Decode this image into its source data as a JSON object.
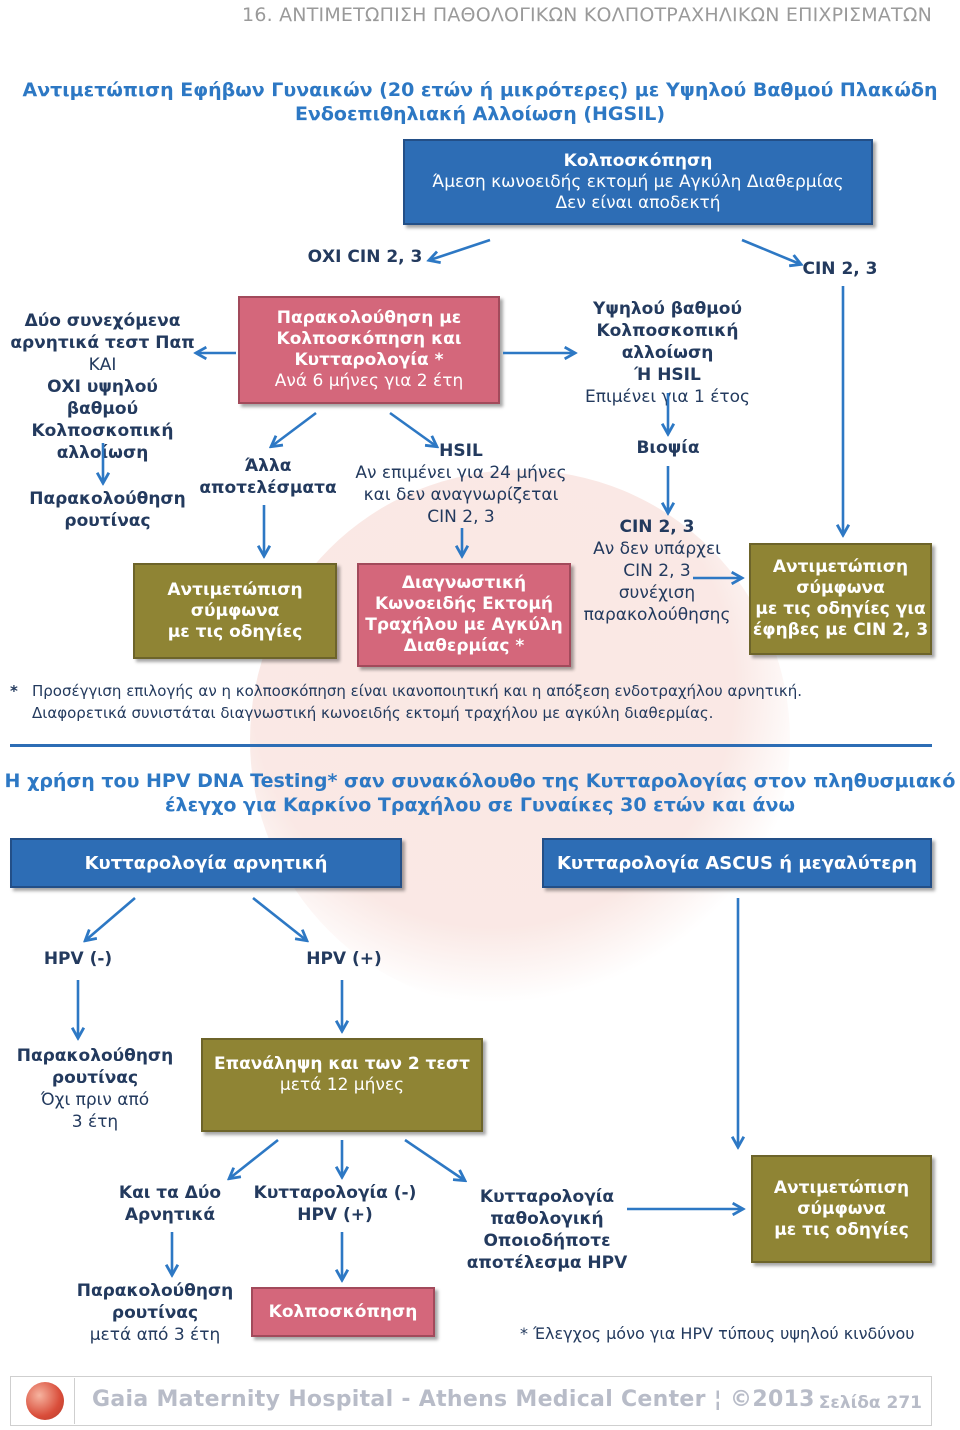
{
  "header": "16. ΑΝΤΙΜΕΤΩΠΙΣΗ ΠΑΘΟΛΟΓΙΚΩΝ ΚΟΛΠΟΤΡΑΧΗΛΙΚΩΝ ΕΠΙΧΡΙΣΜΑΤΩΝ",
  "section1": {
    "title_line1": "Αντιμετώπιση Εφήβων Γυναικών (20 ετών ή μικρότερες) με Υψηλού Βαθμού Πλακώδη",
    "title_line2": "Ενδοεπιθηλιακή Αλλοίωση (HGSIL)",
    "top_box": {
      "line1": "Κολποσκόπηση",
      "line2": "Άμεση κωνοειδής εκτομή με Αγκύλη Διαθερμίας",
      "line3": "Δεν είναι αποδεκτή"
    },
    "label_no_cin": "ΟΧΙ CIN 2, 3",
    "label_cin": "CIN 2, 3",
    "followup_box": {
      "line1": "Παρακολούθηση με",
      "line2": "Κολποσκόπηση και",
      "line3": "Κυτταρολογία *",
      "line4": "Ανά 6 μήνες για 2 έτη"
    },
    "left_text": {
      "line1": "Δύο συνεχόμενα",
      "line2": "αρνητικά τεστ Παπ",
      "line3": "ΚΑΙ",
      "line4": "ΟΧΙ υψηλού βαθμού",
      "line5": "Κολποσκοπική",
      "line6": "αλλοίωση"
    },
    "routine_text": {
      "line1": "Παρακολούθηση",
      "line2": "ρουτίνας"
    },
    "other_results": {
      "line1": "Άλλα",
      "line2": "αποτελέσματα"
    },
    "treat_box": {
      "line1": "Αντιμετώπιση",
      "line2": "σύμφωνα",
      "line3": "με τις οδηγίες"
    },
    "hsil_text": {
      "line1": "HSIL",
      "line2": "Αν επιμένει για 24 μήνες",
      "line3": "και δεν αναγνωρίζεται",
      "line4": "CIN 2, 3"
    },
    "diag_box": {
      "line1": "Διαγνωστική",
      "line2": "Κωνοειδής Εκτομή",
      "line3": "Τραχήλου με Αγκύλη",
      "line4": "Διαθερμίας *"
    },
    "high_grade_text": {
      "line1": "Υψηλού βαθμού",
      "line2": "Κολποσκοπική αλλοίωση",
      "line3": "Ή HSIL",
      "line4": "Επιμένει για 1 έτος"
    },
    "biopsy": "Βιοψία",
    "cin_text": {
      "line1": "CIN 2, 3",
      "line2": "Αν δεν υπάρχει",
      "line3": "CIN 2, 3",
      "line4": "συνέχιση",
      "line5": "παρακολούθησης"
    },
    "teen_box": {
      "line1": "Αντιμετώπιση",
      "line2": "σύμφωνα",
      "line3": "με τις οδηγίες για",
      "line4": "έφηβες με CIN 2, 3"
    },
    "footnote_line1": "Προσέγγιση επιλογής αν η κολποσκόπηση είναι ικανοποιητική και η απόξεση ενδοτραχήλου αρνητική.",
    "footnote_line2": "Διαφορετικά συνιστάται διαγνωστική κωνοειδής εκτομή τραχήλου με αγκύλη διαθερμίας.",
    "footnote_star": "*"
  },
  "section2": {
    "title_line1": "Η χρήση του HPV DNA Testing* σαν συνακόλουθο της Κυτταρολογίας στον πληθυσμιακό",
    "title_line2": "έλεγχο για Καρκίνο Τραχήλου σε Γυναίκες 30 ετών και άνω",
    "cyto_negative": "Κυτταρολογία αρνητική",
    "cyto_ascus": "Κυτταρολογία ASCUS ή μεγαλύτερη",
    "hpv_neg": "HPV (-)",
    "hpv_pos": "HPV (+)",
    "routine_box": {
      "line1": "Παρακολούθηση",
      "line2": "ρουτίνας",
      "line3": "Όχι πριν από",
      "line4": "3 έτη"
    },
    "repeat_box": {
      "line1": "Επανάληψη και των 2 τεστ",
      "line2": "μετά 12 μήνες"
    },
    "both_neg": {
      "line1": "Και τα Δύο",
      "line2": "Αρνητικά"
    },
    "cyto_neg_hpv_pos": {
      "line1": "Κυτταρολογία (-)",
      "line2": "HPV (+)"
    },
    "cyto_path": {
      "line1": "Κυτταρολογία",
      "line2": "παθολογική",
      "line3": "Οποιοδήποτε",
      "line4": "αποτέλεσμα HPV"
    },
    "treat_box": {
      "line1": "Αντιμετώπιση",
      "line2": "σύμφωνα",
      "line3": "με τις οδηγίες"
    },
    "routine_3y": {
      "line1": "Παρακολούθηση",
      "line2": "ρουτίνας",
      "line3": "μετά από 3 έτη"
    },
    "colposcopy": "Κολποσκόπηση",
    "footnote": "* Έλεγχος μόνο για HPV τύπους υψηλού κινδύνου"
  },
  "footer": {
    "text": "Gaia Maternity Hospital - Athens Medical Center ¦ ©2013",
    "page": "Σελίδα 271"
  },
  "colors": {
    "blue": "#2d6db5",
    "pink": "#d4677b",
    "olive": "#8f8434",
    "text": "#233a5e",
    "title": "#2d78c4"
  }
}
